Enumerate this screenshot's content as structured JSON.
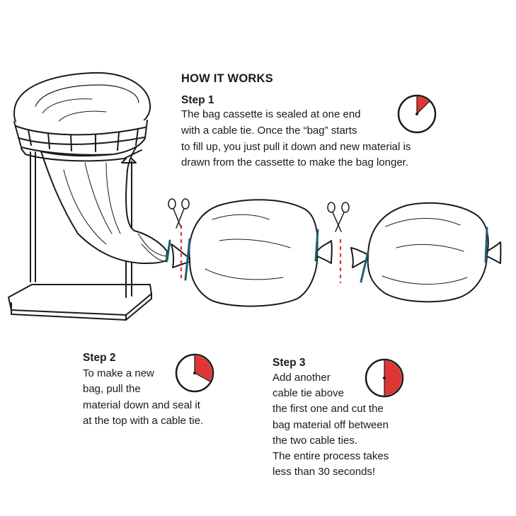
{
  "heading": "HOW IT WORKS",
  "step1": {
    "title": "Step 1",
    "lines": [
      "The bag cassette is sealed at one end",
      "with a cable tie. Once the “bag” starts",
      "to fill up, you just pull it down and new material is",
      "drawn from the cassette to make the bag longer."
    ],
    "timer_fraction": 0.125
  },
  "step2": {
    "title": "Step 2",
    "lines": [
      "To make a new",
      "bag, pull the",
      "material down and seal it",
      "at the top with a cable tie."
    ],
    "timer_fraction": 0.33
  },
  "step3": {
    "title": "Step 3",
    "lines": [
      "Add another",
      "cable tie above",
      "the first one and cut the",
      "bag material off between",
      "the two cable ties.",
      "The entire process takes",
      "less than 30 seconds!"
    ],
    "timer_fraction": 0.5
  },
  "colors": {
    "timer_fill": "#e03535",
    "cable_tie": "#1f5f7a",
    "cut_line": "#e03535",
    "outline": "#1a1a1a"
  }
}
